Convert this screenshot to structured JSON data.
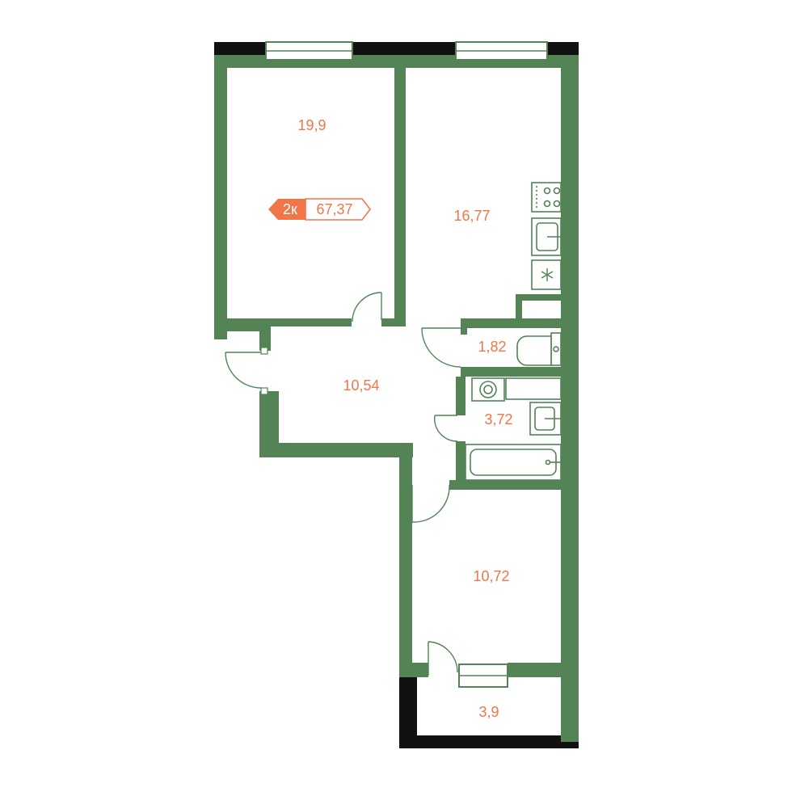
{
  "colors": {
    "wall": "#548455",
    "outer_wall": "#111111",
    "label": "#f0764a",
    "badge_fill": "#f0764a",
    "badge_text_light": "#ffffff"
  },
  "apartment": {
    "rooms_label": "2к",
    "total_area": "67,37"
  },
  "rooms": [
    {
      "id": "bedroom",
      "area": "19,9"
    },
    {
      "id": "kitchen-living",
      "area": "16,77"
    },
    {
      "id": "toilet",
      "area": "1,82"
    },
    {
      "id": "hallway",
      "area": "10,54"
    },
    {
      "id": "bathroom",
      "area": "3,72"
    },
    {
      "id": "room",
      "area": "10,72"
    },
    {
      "id": "balcony",
      "area": "3,9"
    }
  ],
  "icons": [
    "stove-icon",
    "sink-icon",
    "fridge-icon",
    "toilet-icon",
    "washing-machine-icon",
    "bathtub-icon",
    "window-icon",
    "door-icon"
  ]
}
